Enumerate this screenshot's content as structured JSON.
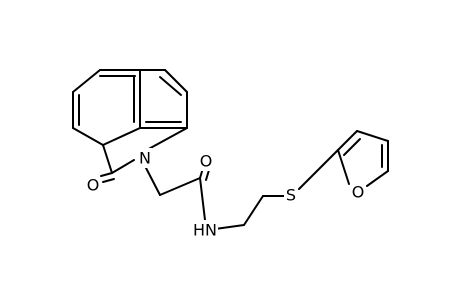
{
  "diagram": {
    "type": "chemical-structure",
    "atom_labels": {
      "ketone_oxygen": "O",
      "ring_nitrogen": "N",
      "amide_oxygen": "O",
      "amide_nitrogen": "HN",
      "sulfur": "S",
      "furan_oxygen": "O"
    },
    "colors": {
      "bond": "#000000",
      "label": "#000000",
      "background": "#ffffff"
    }
  }
}
